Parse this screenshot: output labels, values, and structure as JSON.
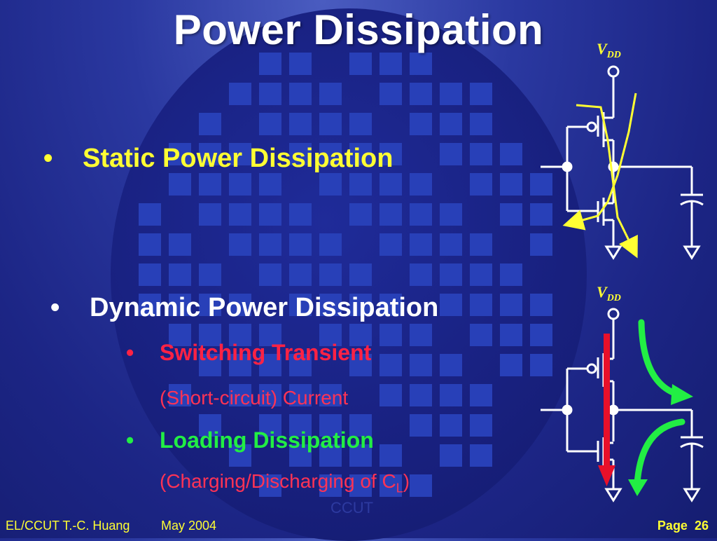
{
  "title": "Power Dissipation",
  "bullets": {
    "static": "Static Power Dissipation",
    "dynamic": "Dynamic Power Dissipation",
    "switching": "Switching Transient",
    "switching_sub": "(Short-circuit) Current",
    "loading": "Loading Dissipation",
    "loading_sub_prefix": "(Charging/Discharging of C",
    "loading_sub_subscript": "L",
    "loading_sub_suffix": ")"
  },
  "bullet_marker": "•",
  "circuit_top": {
    "vdd_main": "V",
    "vdd_sub": "DD"
  },
  "circuit_bottom": {
    "vdd_main": "V",
    "vdd_sub": "DD"
  },
  "footer": {
    "author": "EL/CCUT T.-C. Huang",
    "date": "May 2004",
    "page_label": "Page",
    "page_number": "26",
    "watermark": "CCUT"
  },
  "colors": {
    "background": "#1c2585",
    "title": "#ffffff",
    "static_bullet": "#ffff33",
    "dynamic_bullet": "#ffffff",
    "switching_bullet": "#ff2244",
    "loading_bullet": "#22ee44",
    "short_circuit_arrow": "#e8102a",
    "charge_arrow": "#22ee44",
    "leakage_arrow": "#ffff33"
  }
}
